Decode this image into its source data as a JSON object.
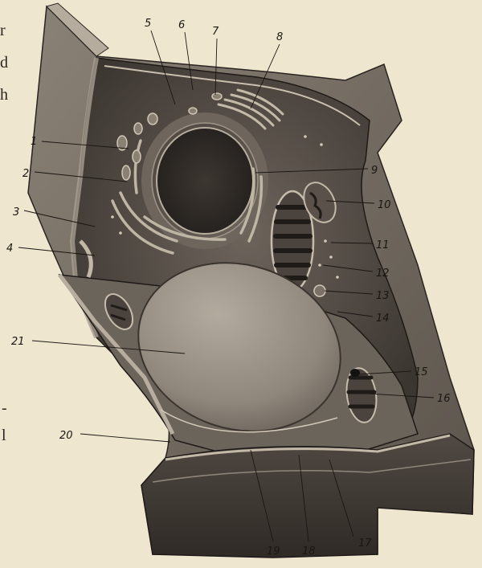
{
  "figure": {
    "labels": [
      "1",
      "2",
      "3",
      "4",
      "5",
      "6",
      "7",
      "8",
      "9",
      "10",
      "11",
      "12",
      "13",
      "14",
      "15",
      "16",
      "17",
      "18",
      "19",
      "20",
      "21"
    ]
  },
  "page_edge": {
    "fragments": [
      "r",
      "d",
      "h",
      "-",
      "l"
    ]
  }
}
